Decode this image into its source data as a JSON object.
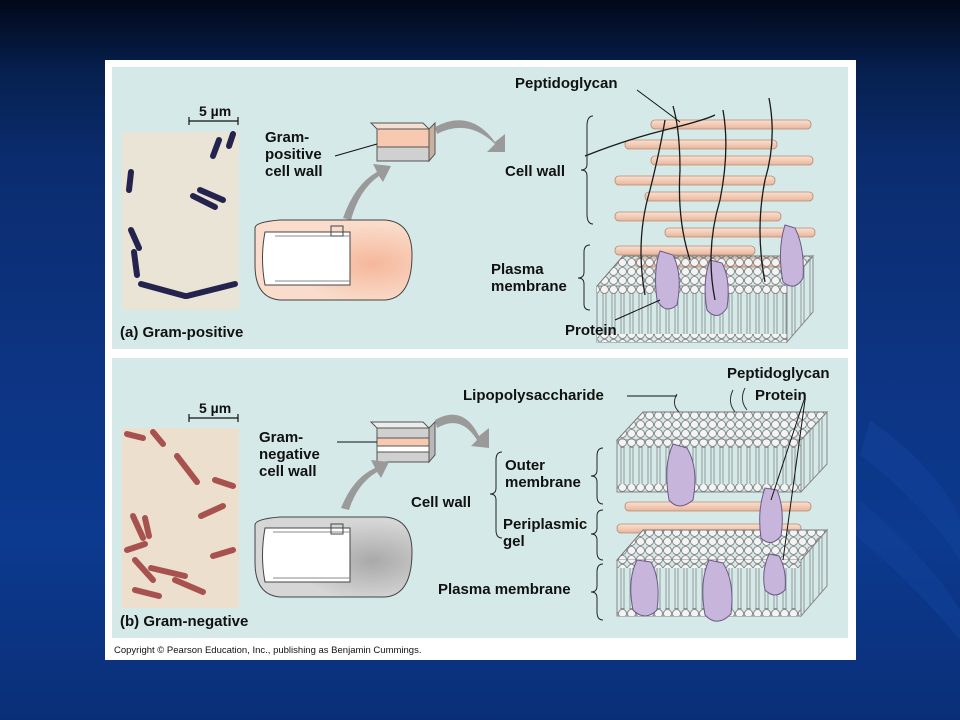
{
  "colors": {
    "panel_bg": "#d5e9e9",
    "peptidoglycan": "#f6cdb6",
    "membrane_head": "#f2f2f2",
    "protein": "#c7b5dc",
    "gram_positive_cell": "#f8c9b0",
    "gram_negative_cell": "#c8c8c8",
    "gram_positive_stain": "#2b2a55",
    "gram_negative_stain": "#9b3a3a"
  },
  "panel_a": {
    "scale_bar": "5 µm",
    "title_label": "Gram-\npositive\ncell wall",
    "caption": "(a) Gram-positive",
    "labels": {
      "peptidoglycan": "Peptidoglycan",
      "cell_wall": "Cell wall",
      "plasma_membrane": "Plasma\nmembrane",
      "protein": "Protein"
    }
  },
  "panel_b": {
    "scale_bar": "5 µm",
    "title_label": "Gram-\nnegative\ncell wall",
    "caption": "(b) Gram-negative",
    "labels": {
      "lipopolysaccharide": "Lipopolysaccharide",
      "peptidoglycan": "Peptidoglycan",
      "protein": "Protein",
      "outer_membrane": "Outer\nmembrane",
      "cell_wall": "Cell wall",
      "periplasmic_gel": "Periplasmic\ngel",
      "plasma_membrane": "Plasma membrane"
    }
  },
  "copyright": "Copyright © Pearson Education, Inc., publishing as Benjamin Cummings."
}
